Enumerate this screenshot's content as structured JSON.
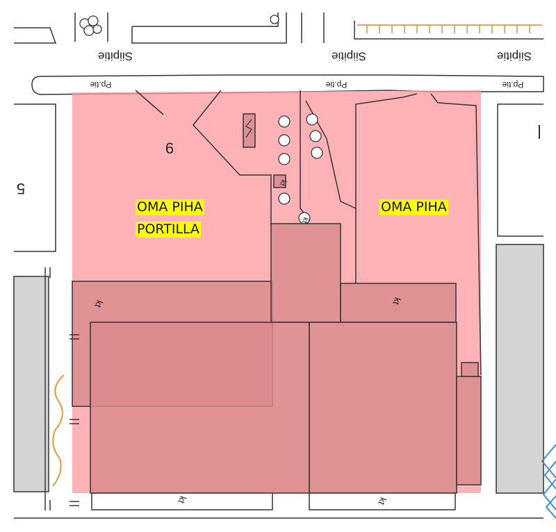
{
  "map": {
    "road_labels": [
      {
        "text": "Siipitie"
      },
      {
        "text": "Siipitie"
      },
      {
        "text": "Siipitie"
      }
    ],
    "path_labels": [
      {
        "text": "Pp.tie"
      },
      {
        "text": "Pp.tie"
      },
      {
        "text": "Pp.tie"
      }
    ],
    "plot_numbers": [
      {
        "text": "6"
      },
      {
        "text": "5"
      }
    ],
    "building_marks": [
      "kt",
      "kt",
      "kt",
      "kt",
      "kt",
      "kt"
    ],
    "annotations": [
      {
        "lines": [
          "OMA PIHA",
          "PORTILLA"
        ]
      },
      {
        "lines": [
          "OMA PIHA"
        ]
      }
    ],
    "colors": {
      "yard_fill": "#ff9a9f",
      "building_fill": "#d98a8c",
      "neighbor_building": "#d4d4d4",
      "highlight": "#ffff00",
      "boundary_line": "#e89a3a",
      "lines": "#333333",
      "logo_accent": "#3a8fd8"
    }
  }
}
